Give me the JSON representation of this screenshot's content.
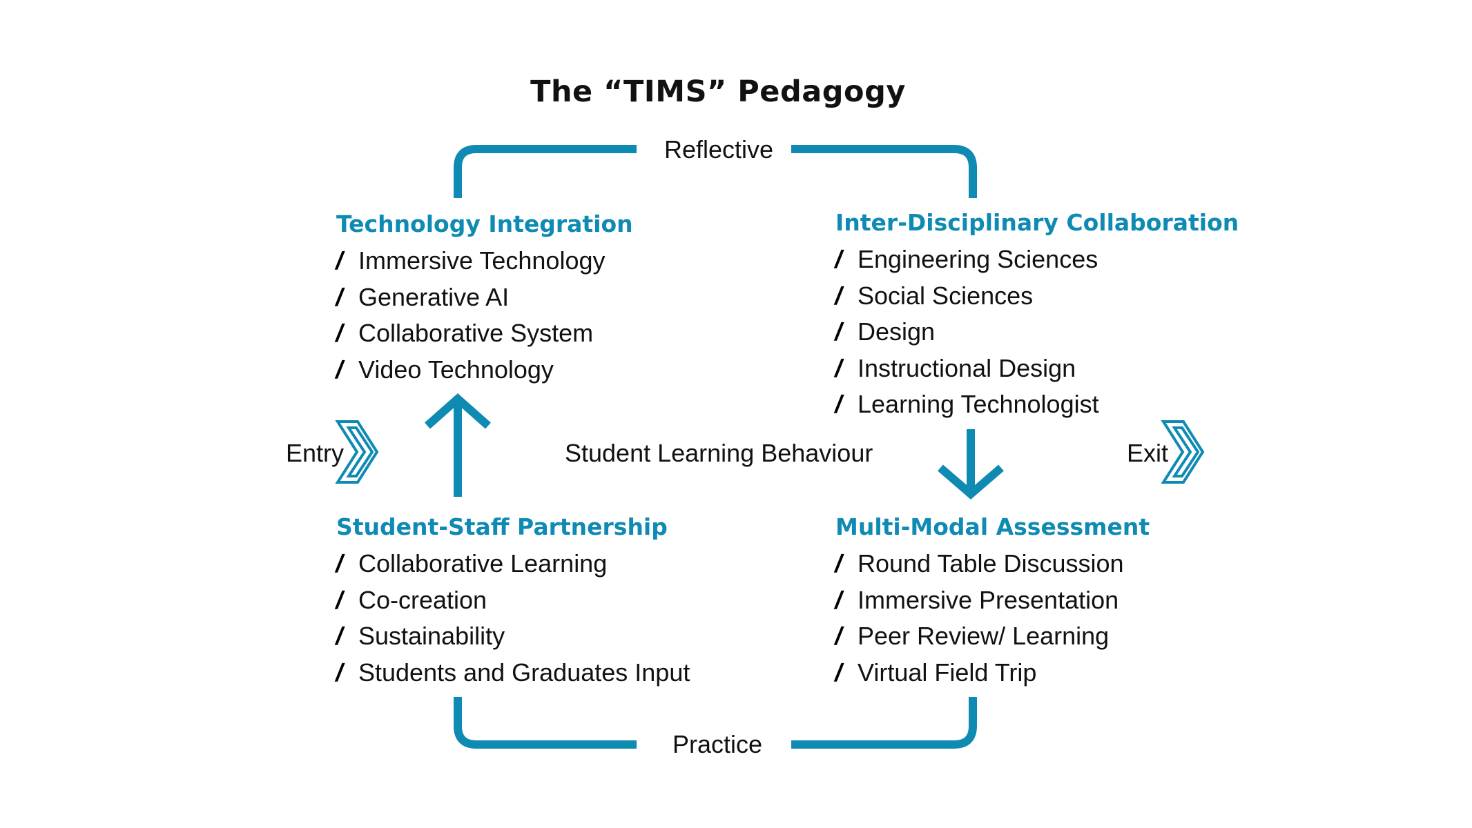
{
  "title": "The “TIMS” Pedagogy",
  "cycle": {
    "top_label": "Reflective",
    "bottom_label": "Practice",
    "center_label": "Student Learning Behaviour",
    "entry_label": "Entry",
    "exit_label": "Exit"
  },
  "quadrants": {
    "technology_integration": {
      "heading": "Technology Integration",
      "items": [
        "Immersive Technology",
        "Generative AI",
        "Collaborative System",
        "Video Technology"
      ]
    },
    "inter_disciplinary": {
      "heading": "Inter-Disciplinary Collaboration",
      "items": [
        "Engineering Sciences",
        "Social Sciences",
        "Design",
        "Instructional Design",
        "Learning Technologist"
      ]
    },
    "student_staff": {
      "heading": "Student-Staff Partnership",
      "items": [
        "Collaborative Learning",
        "Co-creation",
        "Sustainability",
        "Students and Graduates Input"
      ]
    },
    "multi_modal": {
      "heading": "Multi-Modal Assessment",
      "items": [
        "Round Table Discussion",
        "Immersive Presentation",
        "Peer Review/ Learning",
        "Virtual Field Trip"
      ]
    }
  },
  "colors": {
    "accent": "#0e8ab3",
    "text": "#111111"
  }
}
